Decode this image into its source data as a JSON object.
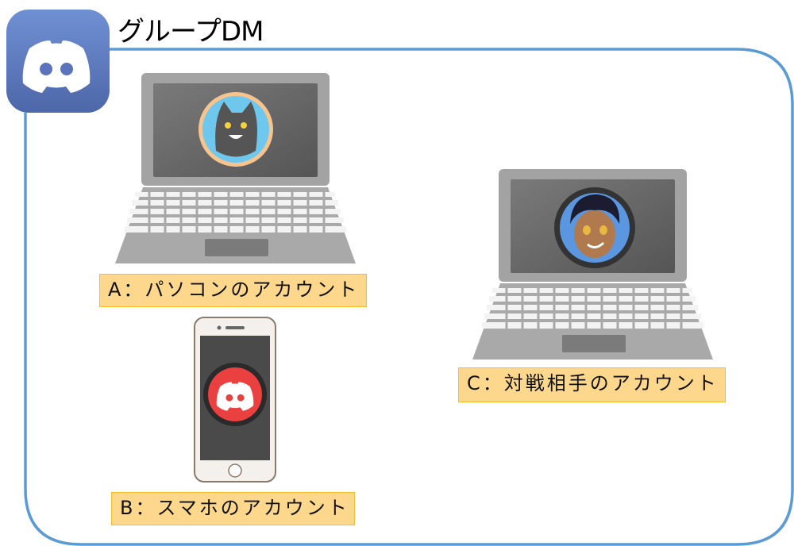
{
  "title": "グループDM",
  "colors": {
    "frame": "#5b9bd5",
    "discord": "#5b73bd",
    "label_fill": "#fdd88c",
    "label_border": "#f5bd2c",
    "phone_logo": "#ea4040"
  },
  "icons": [
    "discord-logo",
    "laptop",
    "smartphone",
    "avatar"
  ],
  "accounts": [
    {
      "label": "A：パソコンのアカウント",
      "device": "laptop"
    },
    {
      "label": "B：スマホのアカウント",
      "device": "smartphone"
    },
    {
      "label": "C：対戦相手のアカウント",
      "device": "laptop"
    }
  ]
}
